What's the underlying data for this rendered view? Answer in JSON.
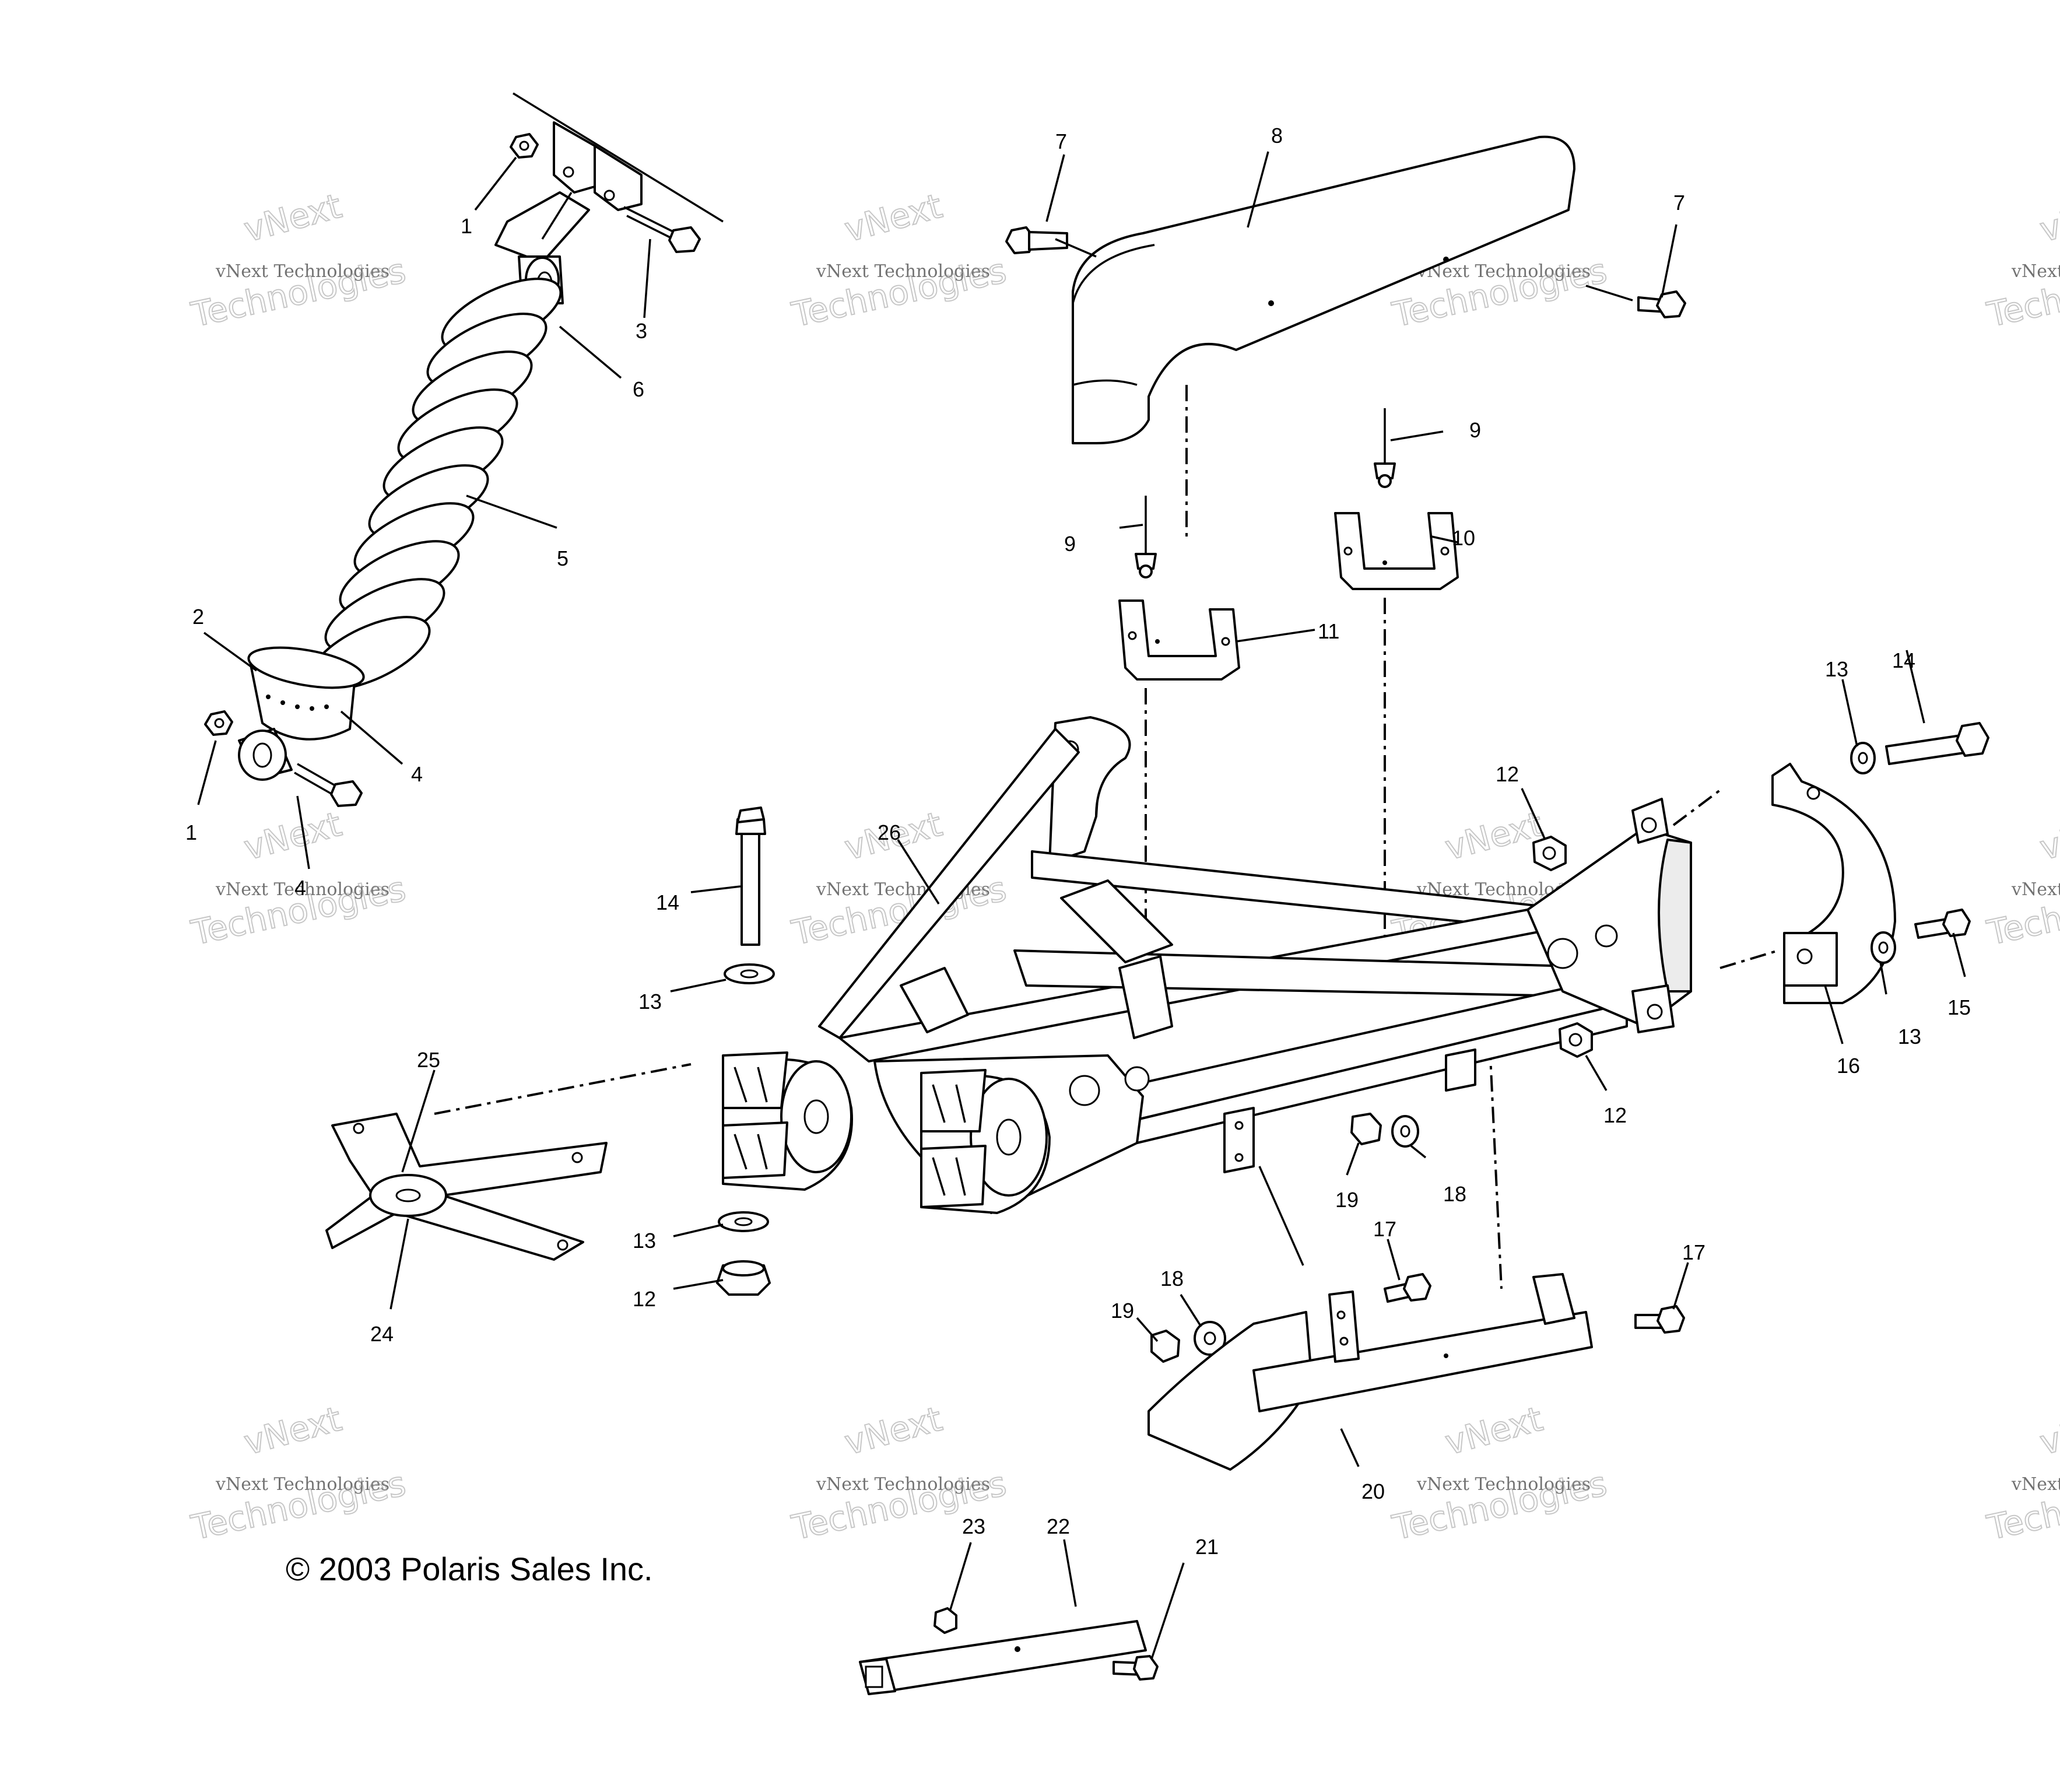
{
  "callouts": {
    "c1a": "1",
    "c1b": "1",
    "c2": "2",
    "c3": "3",
    "c4a": "4",
    "c4b": "4",
    "c5": "5",
    "c6": "6",
    "c7a": "7",
    "c7b": "7",
    "c8": "8",
    "c9a": "9",
    "c9b": "9",
    "c10": "10",
    "c11": "11",
    "c12a": "12",
    "c12b": "12",
    "c12c": "12",
    "c13a": "13",
    "c13b": "13",
    "c13c": "13",
    "c13d": "13",
    "c14a": "14",
    "c14b": "14",
    "c15": "15",
    "c16": "16",
    "c17a": "17",
    "c17b": "17",
    "c18a": "18",
    "c18b": "18",
    "c19a": "19",
    "c19b": "19",
    "c20": "20",
    "c21": "21",
    "c22": "22",
    "c23": "23",
    "c24": "24",
    "c25": "25",
    "c26": "26"
  },
  "copyright": "© 2003 Polaris Sales Inc.",
  "watermark": {
    "line1": "vNext",
    "line2": "vNext Technologies",
    "line3": "Technologies"
  }
}
